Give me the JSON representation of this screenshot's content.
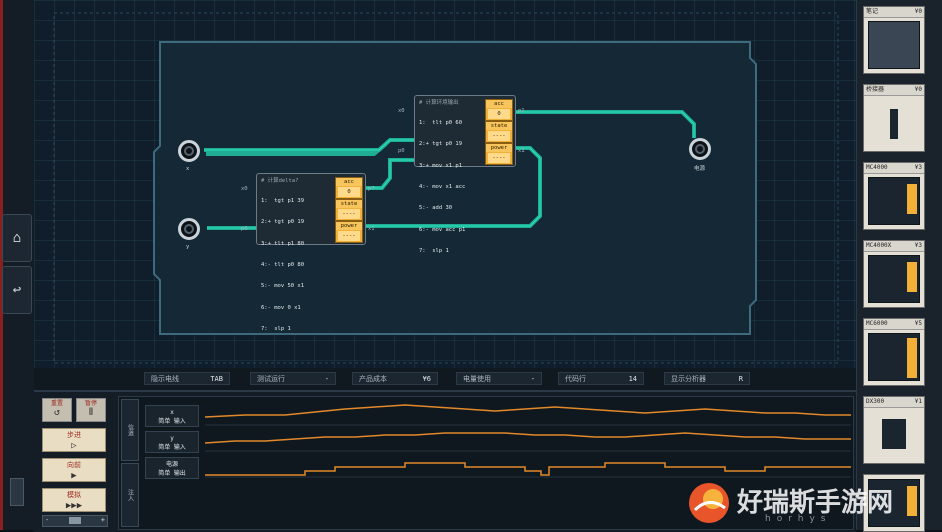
{
  "toolbar": {
    "items": [
      {
        "label": "隐示电线",
        "value": "TAB"
      },
      {
        "label": "测试运行",
        "value": "-"
      },
      {
        "label": "产品成本",
        "value": "¥6"
      },
      {
        "label": "电量使用",
        "value": "-"
      },
      {
        "label": "代码行",
        "value": "14"
      },
      {
        "label": "显示分析器",
        "value": "R"
      }
    ]
  },
  "chips": [
    {
      "title": "# 计算delta?",
      "lines": [
        "1:  tgt p1 39",
        "2:+ tgt p0 19",
        "3:+ tlt p1 80",
        "4:- tlt p0 80",
        "5:- mov 50 x1",
        "6:- mov 0 x1",
        "7:  slp 1"
      ],
      "registers": [
        {
          "name": "acc",
          "value": "0"
        },
        {
          "name": "state",
          "value": "----"
        },
        {
          "name": "power",
          "value": "----"
        }
      ],
      "ports": {
        "left_top": "x0",
        "left_bottom": "p0",
        "right_top": "p?",
        "right_bottom": "x1"
      }
    },
    {
      "title": "# 计算环境输出",
      "lines": [
        "1:  tlt p0 60",
        "2:+ tgt p0 19",
        "3:+ mov x1 p1",
        "4:- mov x1 acc",
        "5:- add 30",
        "6:- mov acc p1",
        "7:  slp 1"
      ],
      "registers": [
        {
          "name": "acc",
          "value": "0"
        },
        {
          "name": "state",
          "value": "----"
        },
        {
          "name": "power",
          "value": "----"
        }
      ],
      "ports": {
        "left_top": "x0",
        "left_bottom": "p0",
        "right_top": "p1",
        "right_bottom": "x1"
      }
    }
  ],
  "io": {
    "x": "x",
    "y": "y",
    "power": "电源"
  },
  "controls": {
    "reset": "重置",
    "pause": "暂停",
    "step": "步进",
    "forward": "向前",
    "simulate": "模拟",
    "reset_glyph": "↺",
    "pause_glyph": "Ⅱ",
    "step_glyph": "▷",
    "forward_glyph": "▶",
    "simulate_glyph": "▶▶▶",
    "zoom_minus": "-",
    "zoom_plus": "+"
  },
  "waves": {
    "tab_top": "信道",
    "tab_bottom": "注入",
    "rows": [
      {
        "name": "x",
        "type": "简单 输入"
      },
      {
        "name": "y",
        "type": "简单 输入"
      },
      {
        "name": "电源",
        "type": "简单 输出"
      }
    ]
  },
  "parts": [
    {
      "name": "笔记",
      "price": "¥0"
    },
    {
      "name": "桥接器",
      "price": "¥0"
    },
    {
      "name": "MC4000",
      "price": "¥3"
    },
    {
      "name": "MC4000X",
      "price": "¥3"
    },
    {
      "name": "MC6000",
      "price": "¥5"
    },
    {
      "name": "DX300",
      "price": "¥1"
    }
  ],
  "watermark": {
    "text": "好瑞斯手游网",
    "sub": "horhys"
  },
  "colors": {
    "wire": "#21c7a8",
    "register": "#f2b136",
    "wave": "#e28a2a"
  }
}
